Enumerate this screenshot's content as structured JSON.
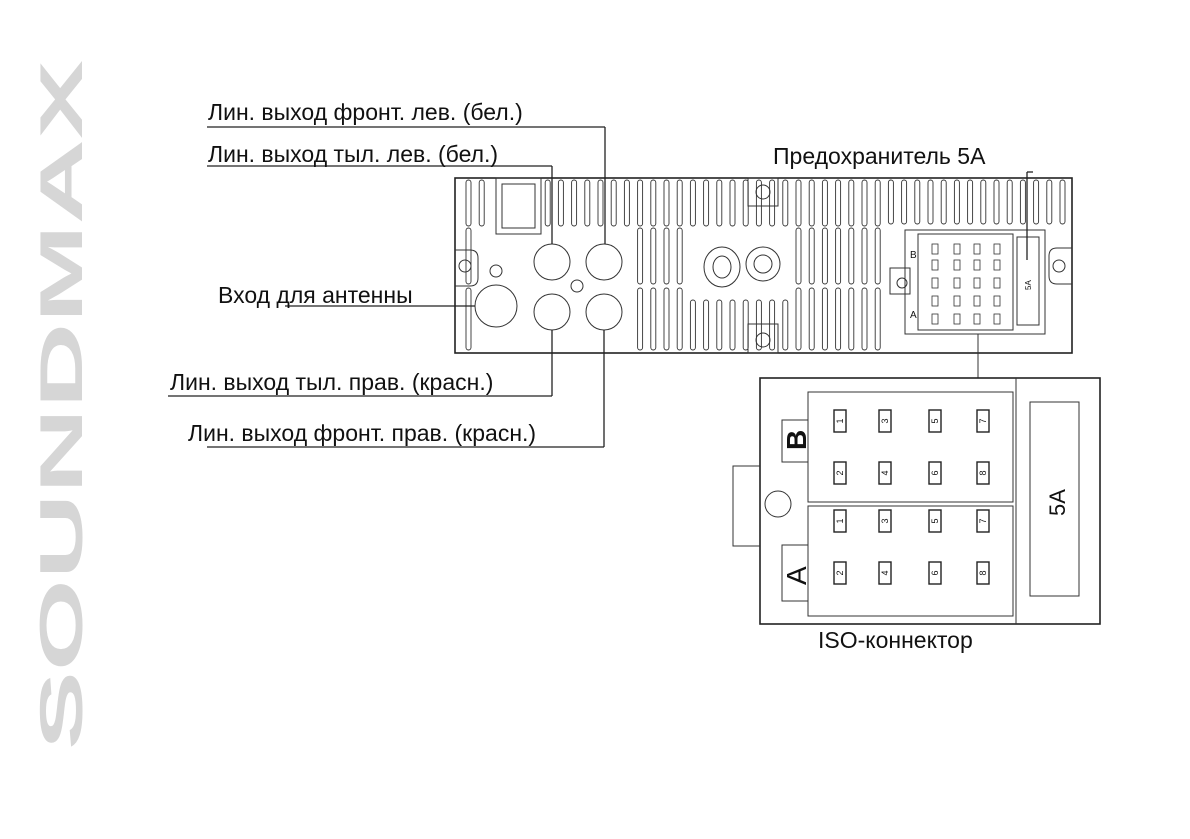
{
  "brand": "SOUNDMAX",
  "labels": {
    "front_left": "Лин. выход фронт. лев. (бел.)",
    "rear_left": "Лин. выход тыл. лев. (бел.)",
    "antenna": "Вход для антенны",
    "rear_right": "Лин. выход тыл. прав. (красн.)",
    "front_right": "Лин. выход фронт. прав. (красн.)",
    "fuse": "Предохранитель 5А",
    "iso": "ISO-коннектор"
  },
  "connector": {
    "block_b": "B",
    "block_a": "A",
    "fuse_rating": "5A",
    "pins_top_row": [
      "1",
      "3",
      "5",
      "7"
    ],
    "pins_bottom_row": [
      "2",
      "4",
      "6",
      "8"
    ]
  },
  "colors": {
    "line": "#222222",
    "brand": "#d6d6d6"
  }
}
